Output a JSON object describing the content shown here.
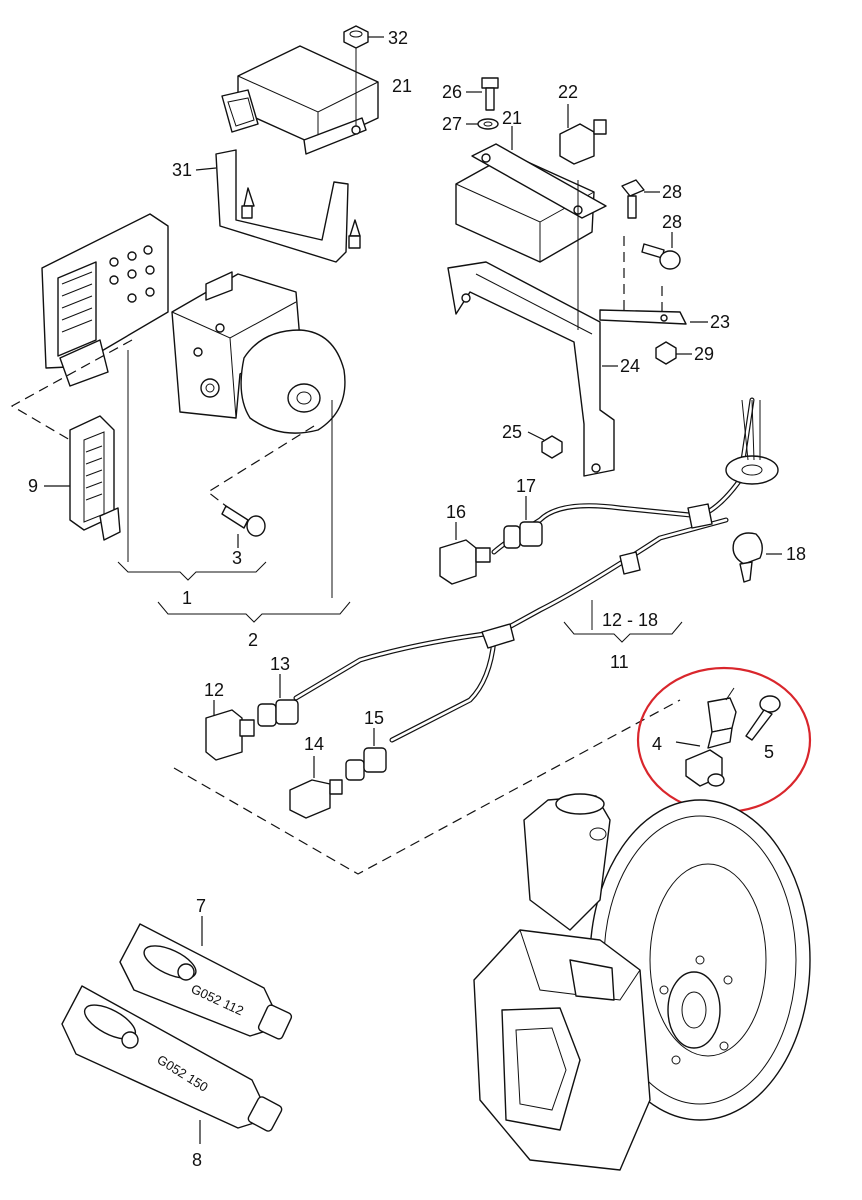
{
  "labels": {
    "l1": "1",
    "l2": "2",
    "l3": "3",
    "l4": "4",
    "l5": "5",
    "l7": "7",
    "l8": "8",
    "l9": "9",
    "l11": "11",
    "l12": "12",
    "l12_18": "12 - 18",
    "l13": "13",
    "l14": "14",
    "l15": "15",
    "l16": "16",
    "l17": "17",
    "l18": "18",
    "l21a": "21",
    "l21b": "21",
    "l22": "22",
    "l23": "23",
    "l24": "24",
    "l25": "25",
    "l26": "26",
    "l27": "27",
    "l28a": "28",
    "l28b": "28",
    "l29": "29",
    "l31": "31",
    "l32": "32"
  },
  "tube_labels": {
    "tube7": "G052 112",
    "tube8": "G052 150"
  },
  "colors": {
    "line": "#111111",
    "highlight": "#d9262c",
    "background": "#ffffff"
  }
}
